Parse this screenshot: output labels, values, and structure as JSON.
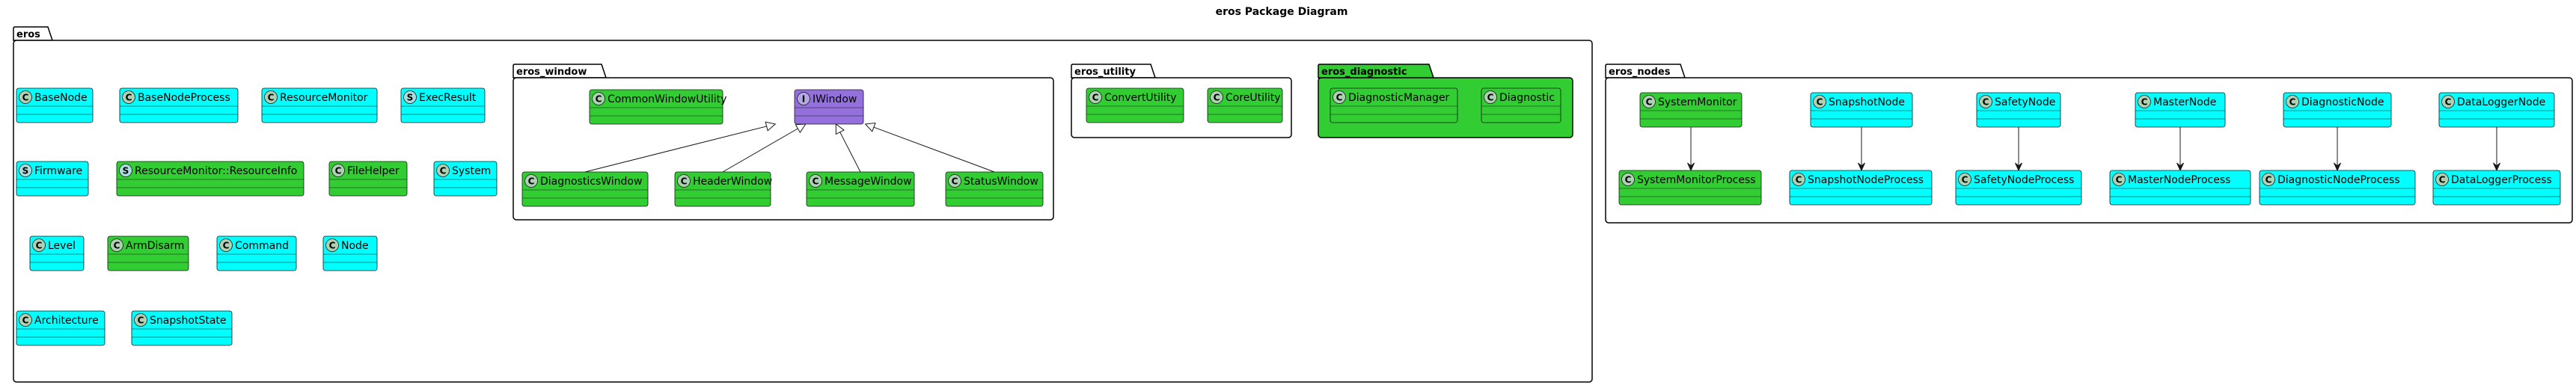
{
  "title": "eros Package Diagram",
  "colors": {
    "cyan": "#00FFFF",
    "green": "#32CD32",
    "purple": "#9370DB",
    "badge_class": "#ADD1B2",
    "badge_struct": "#A9DCDF",
    "badge_interface": "#B4A7E5"
  },
  "packages": [
    {
      "id": "eros",
      "label": "eros"
    },
    {
      "id": "eros_window",
      "label": "eros_window"
    },
    {
      "id": "eros_utility",
      "label": "eros_utility"
    },
    {
      "id": "eros_diagnostic",
      "label": "eros_diagnostic",
      "fill": "green"
    },
    {
      "id": "eros_nodes",
      "label": "eros_nodes"
    }
  ],
  "classes": [
    {
      "id": "BaseNode",
      "name": "BaseNode",
      "kind": "C",
      "color": "cyan"
    },
    {
      "id": "BaseNodeProcess",
      "name": "BaseNodeProcess",
      "kind": "C",
      "color": "cyan"
    },
    {
      "id": "ResourceMonitor",
      "name": "ResourceMonitor",
      "kind": "C",
      "color": "cyan"
    },
    {
      "id": "ExecResult",
      "name": "ExecResult",
      "kind": "S",
      "color": "cyan"
    },
    {
      "id": "Firmware",
      "name": "Firmware",
      "kind": "S",
      "color": "cyan"
    },
    {
      "id": "ResourceInfo",
      "name": "ResourceMonitor::ResourceInfo",
      "kind": "S",
      "color": "green"
    },
    {
      "id": "FileHelper",
      "name": "FileHelper",
      "kind": "C",
      "color": "green"
    },
    {
      "id": "System",
      "name": "System",
      "kind": "C",
      "color": "cyan"
    },
    {
      "id": "Level",
      "name": "Level",
      "kind": "C",
      "color": "cyan"
    },
    {
      "id": "ArmDisarm",
      "name": "ArmDisarm",
      "kind": "C",
      "color": "green"
    },
    {
      "id": "Command",
      "name": "Command",
      "kind": "C",
      "color": "cyan"
    },
    {
      "id": "Node",
      "name": "Node",
      "kind": "C",
      "color": "cyan"
    },
    {
      "id": "Architecture",
      "name": "Architecture",
      "kind": "C",
      "color": "cyan"
    },
    {
      "id": "SnapshotState",
      "name": "SnapshotState",
      "kind": "C",
      "color": "cyan"
    },
    {
      "id": "CommonWindowUtility",
      "name": "CommonWindowUtility",
      "kind": "C",
      "color": "green"
    },
    {
      "id": "IWindow",
      "name": "IWindow",
      "kind": "I",
      "color": "purple"
    },
    {
      "id": "DiagnosticsWindow",
      "name": "DiagnosticsWindow",
      "kind": "C",
      "color": "green"
    },
    {
      "id": "HeaderWindow",
      "name": "HeaderWindow",
      "kind": "C",
      "color": "green"
    },
    {
      "id": "MessageWindow",
      "name": "MessageWindow",
      "kind": "C",
      "color": "green"
    },
    {
      "id": "StatusWindow",
      "name": "StatusWindow",
      "kind": "C",
      "color": "green"
    },
    {
      "id": "ConvertUtility",
      "name": "ConvertUtility",
      "kind": "C",
      "color": "green"
    },
    {
      "id": "CoreUtility",
      "name": "CoreUtility",
      "kind": "C",
      "color": "green"
    },
    {
      "id": "DiagnosticManager",
      "name": "DiagnosticManager",
      "kind": "C",
      "color": "green"
    },
    {
      "id": "Diagnostic",
      "name": "Diagnostic",
      "kind": "C",
      "color": "green"
    },
    {
      "id": "SystemMonitor",
      "name": "SystemMonitor",
      "kind": "C",
      "color": "green"
    },
    {
      "id": "SystemMonitorProcess",
      "name": "SystemMonitorProcess",
      "kind": "C",
      "color": "green"
    },
    {
      "id": "SnapshotNode",
      "name": "SnapshotNode",
      "kind": "C",
      "color": "cyan"
    },
    {
      "id": "SnapshotNodeProcess",
      "name": "SnapshotNodeProcess",
      "kind": "C",
      "color": "cyan"
    },
    {
      "id": "SafetyNode",
      "name": "SafetyNode",
      "kind": "C",
      "color": "cyan"
    },
    {
      "id": "SafetyNodeProcess",
      "name": "SafetyNodeProcess",
      "kind": "C",
      "color": "cyan"
    },
    {
      "id": "MasterNode",
      "name": "MasterNode",
      "kind": "C",
      "color": "cyan"
    },
    {
      "id": "MasterNodeProcess",
      "name": "MasterNodeProcess",
      "kind": "C",
      "color": "cyan"
    },
    {
      "id": "DiagnosticNode",
      "name": "DiagnosticNode",
      "kind": "C",
      "color": "cyan"
    },
    {
      "id": "DiagnosticNodeProcess",
      "name": "DiagnosticNodeProcess",
      "kind": "C",
      "color": "cyan"
    },
    {
      "id": "DataLoggerNode",
      "name": "DataLoggerNode",
      "kind": "C",
      "color": "cyan"
    },
    {
      "id": "DataLoggerProcess",
      "name": "DataLoggerProcess",
      "kind": "C",
      "color": "cyan"
    }
  ],
  "relations": [
    {
      "from": "DiagnosticsWindow",
      "to": "IWindow",
      "type": "inheritance"
    },
    {
      "from": "HeaderWindow",
      "to": "IWindow",
      "type": "inheritance"
    },
    {
      "from": "MessageWindow",
      "to": "IWindow",
      "type": "inheritance"
    },
    {
      "from": "StatusWindow",
      "to": "IWindow",
      "type": "inheritance"
    },
    {
      "from": "SystemMonitor",
      "to": "SystemMonitorProcess",
      "type": "association"
    },
    {
      "from": "SnapshotNode",
      "to": "SnapshotNodeProcess",
      "type": "association"
    },
    {
      "from": "SafetyNode",
      "to": "SafetyNodeProcess",
      "type": "association"
    },
    {
      "from": "MasterNode",
      "to": "MasterNodeProcess",
      "type": "association"
    },
    {
      "from": "DiagnosticNode",
      "to": "DiagnosticNodeProcess",
      "type": "association"
    },
    {
      "from": "DataLoggerNode",
      "to": "DataLoggerProcess",
      "type": "association"
    }
  ]
}
